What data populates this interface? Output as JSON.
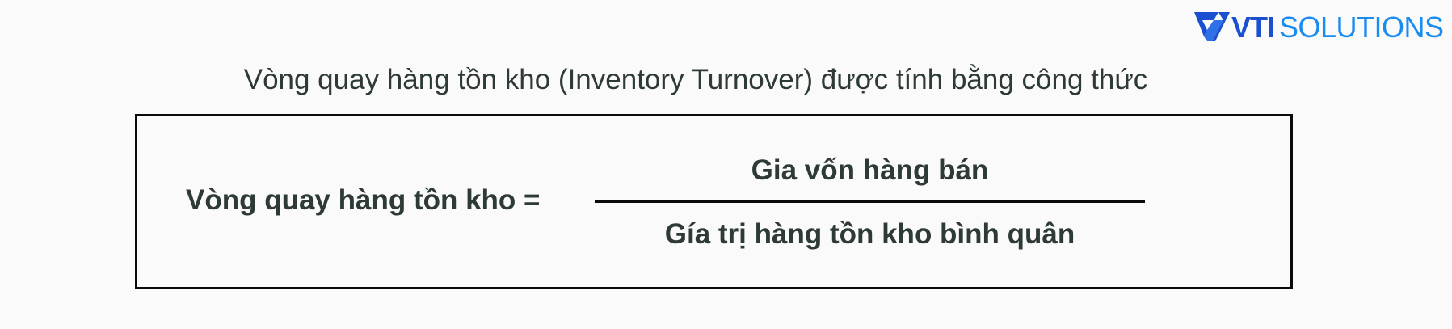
{
  "logo": {
    "mark_icon": "vti-chevron-mark",
    "brand_primary": "VTI",
    "brand_secondary": "SOLUTIONS",
    "colors": {
      "primary": "#1a4fd0",
      "secondary": "#1a8cf0"
    }
  },
  "intro": {
    "text": "Vòng quay hàng tồn kho (Inventory Turnover) được tính bằng công thức"
  },
  "formula": {
    "lhs": "Vòng quay hàng tồn kho =",
    "numerator": "Gia vốn hàng bán",
    "denominator": "Gía trị hàng tồn kho bình quân"
  }
}
